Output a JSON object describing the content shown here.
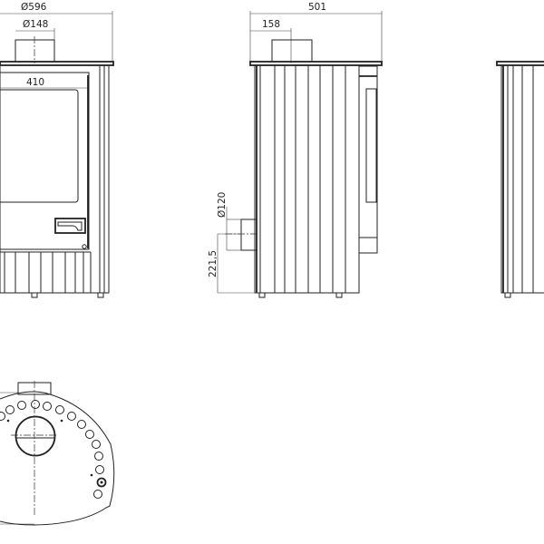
{
  "title": "Stove dimension drawing",
  "dimensions": {
    "front_width": "Ø596",
    "flue_diameter": "Ø148",
    "door_width": "410",
    "side_depth": "501",
    "flue_offset": "158",
    "rear_flue_diameter": "Ø120",
    "rear_flue_height": "221,5"
  },
  "views": [
    "front-view",
    "side-view",
    "rear-view",
    "top-view"
  ]
}
